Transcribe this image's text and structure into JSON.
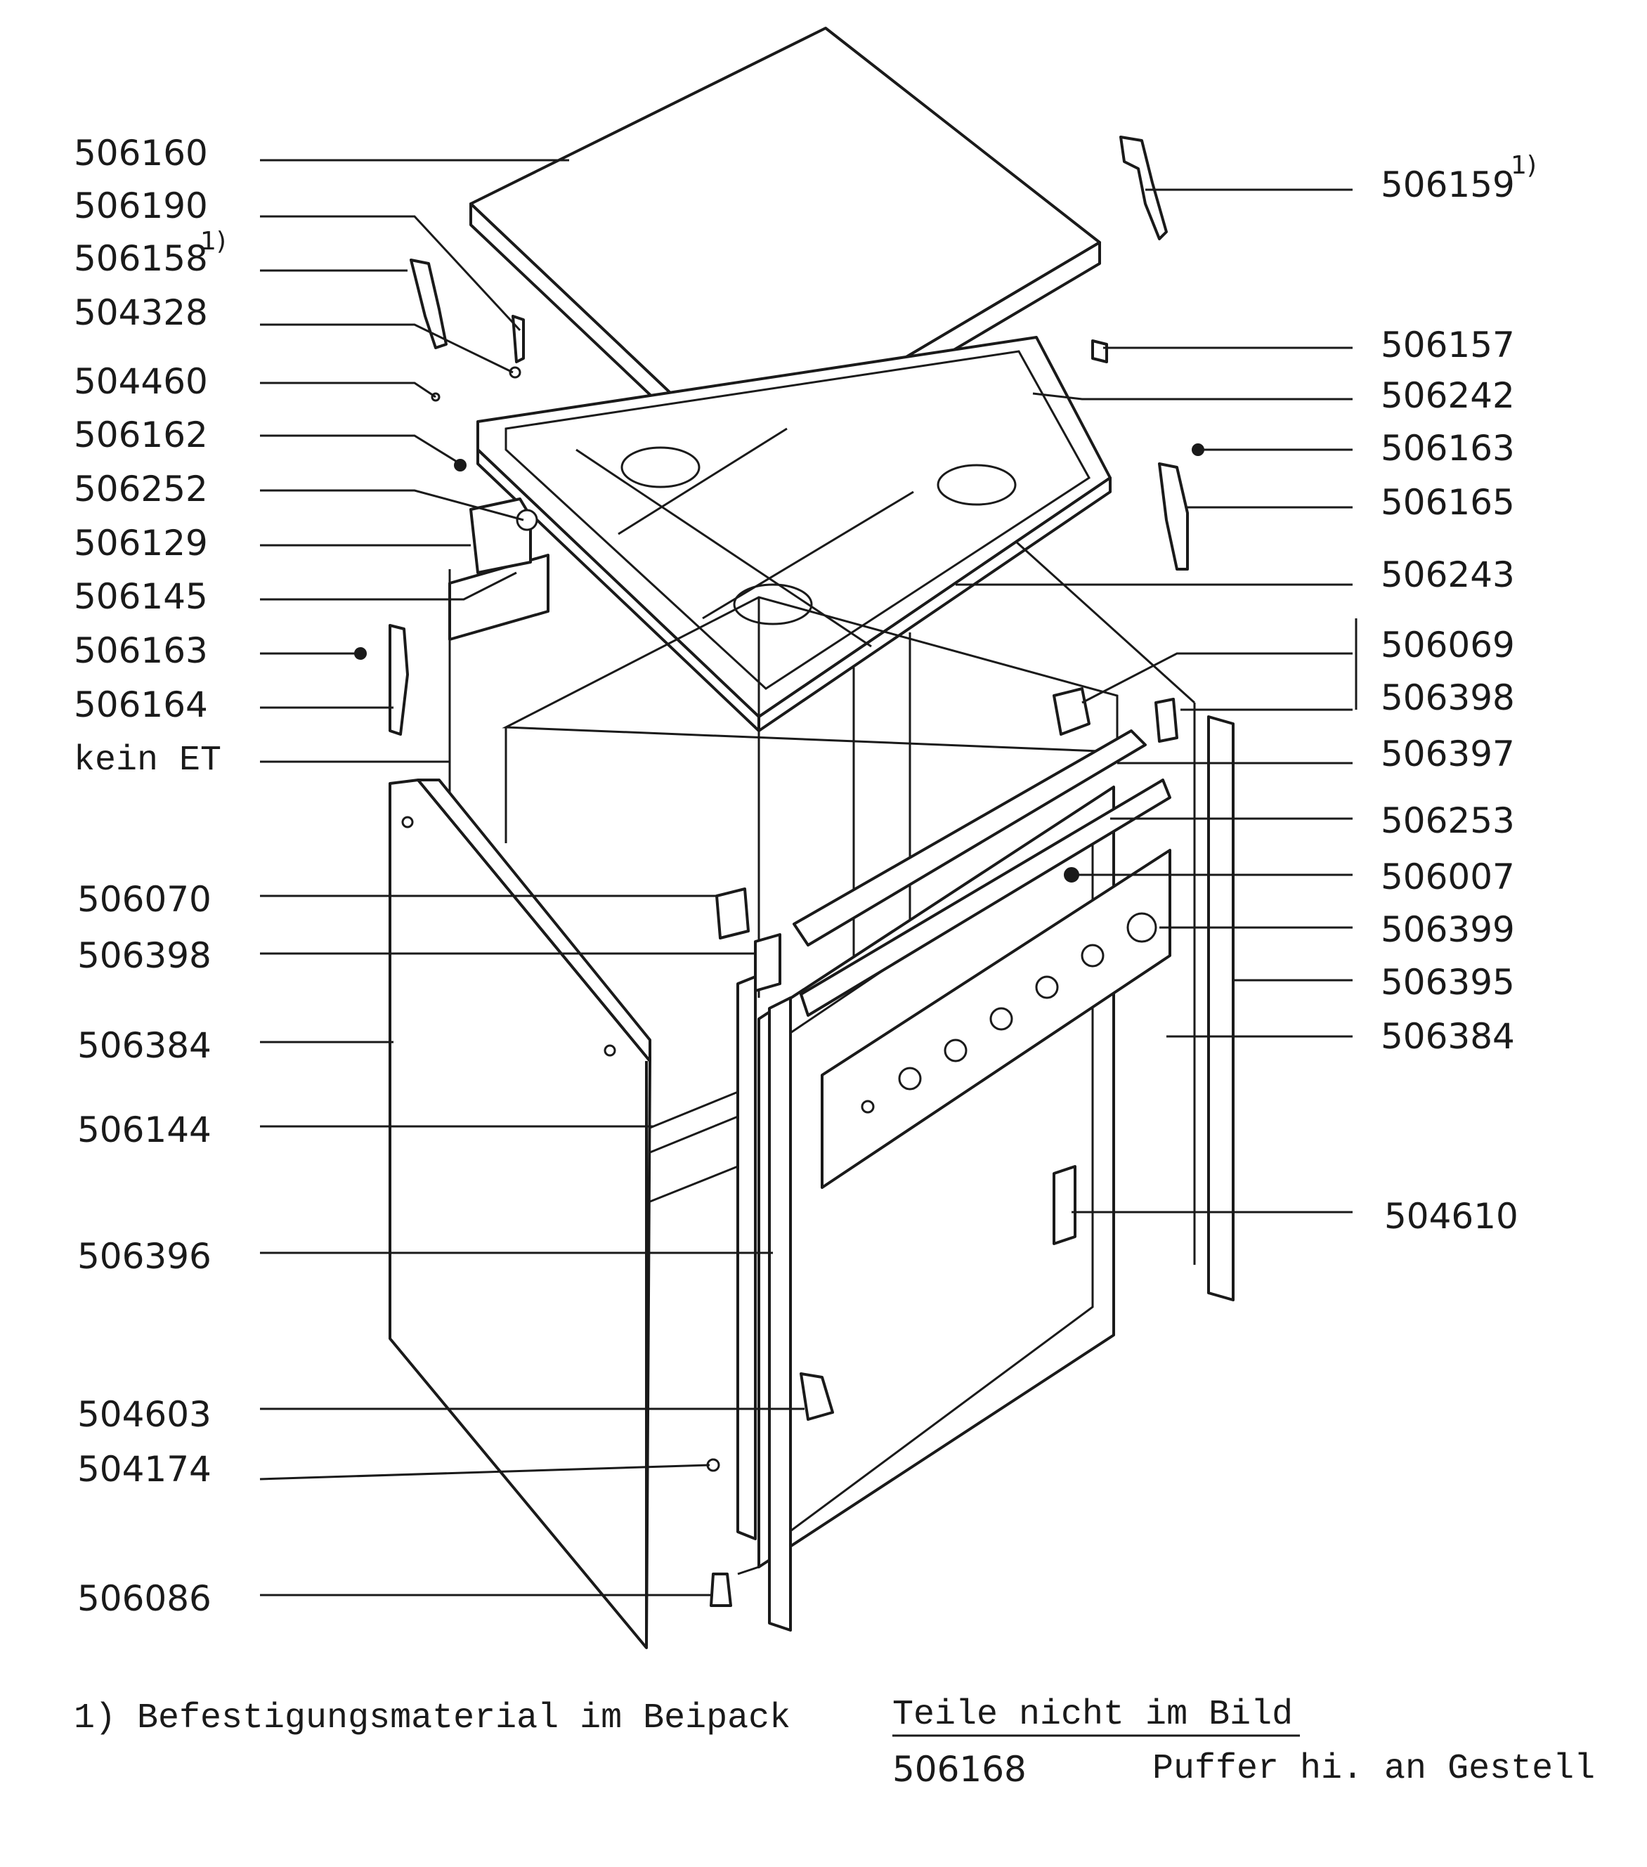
{
  "callouts_left": [
    {
      "text": "506160"
    },
    {
      "text": "506190"
    },
    {
      "text": "506158",
      "sup": "1)"
    },
    {
      "text": "504328"
    },
    {
      "text": "504460"
    },
    {
      "text": "506162"
    },
    {
      "text": "506252"
    },
    {
      "text": "506129"
    },
    {
      "text": "506145"
    },
    {
      "text": "506163"
    },
    {
      "text": "506164"
    },
    {
      "text": "kein ET"
    },
    {
      "text": "506070"
    },
    {
      "text": "506398"
    },
    {
      "text": "506384"
    },
    {
      "text": "506144"
    },
    {
      "text": "506396"
    },
    {
      "text": "504603"
    },
    {
      "text": "504174"
    },
    {
      "text": "506086"
    }
  ],
  "callouts_right": [
    {
      "text": "506159",
      "sup": "1)"
    },
    {
      "text": "506157"
    },
    {
      "text": "506242"
    },
    {
      "text": "506163"
    },
    {
      "text": "506165"
    },
    {
      "text": "506243"
    },
    {
      "text": "506069"
    },
    {
      "text": "506398"
    },
    {
      "text": "506397"
    },
    {
      "text": "506253"
    },
    {
      "text": "506007"
    },
    {
      "text": "506399"
    },
    {
      "text": "506395"
    },
    {
      "text": "506384"
    },
    {
      "text": "504610"
    }
  ],
  "footnote": "1) Befestigungsmaterial im Beipack",
  "not_shown": {
    "heading": "Teile nicht im Bild",
    "items": [
      {
        "number": "506168",
        "description": "Puffer hi. an Gestell"
      }
    ]
  }
}
